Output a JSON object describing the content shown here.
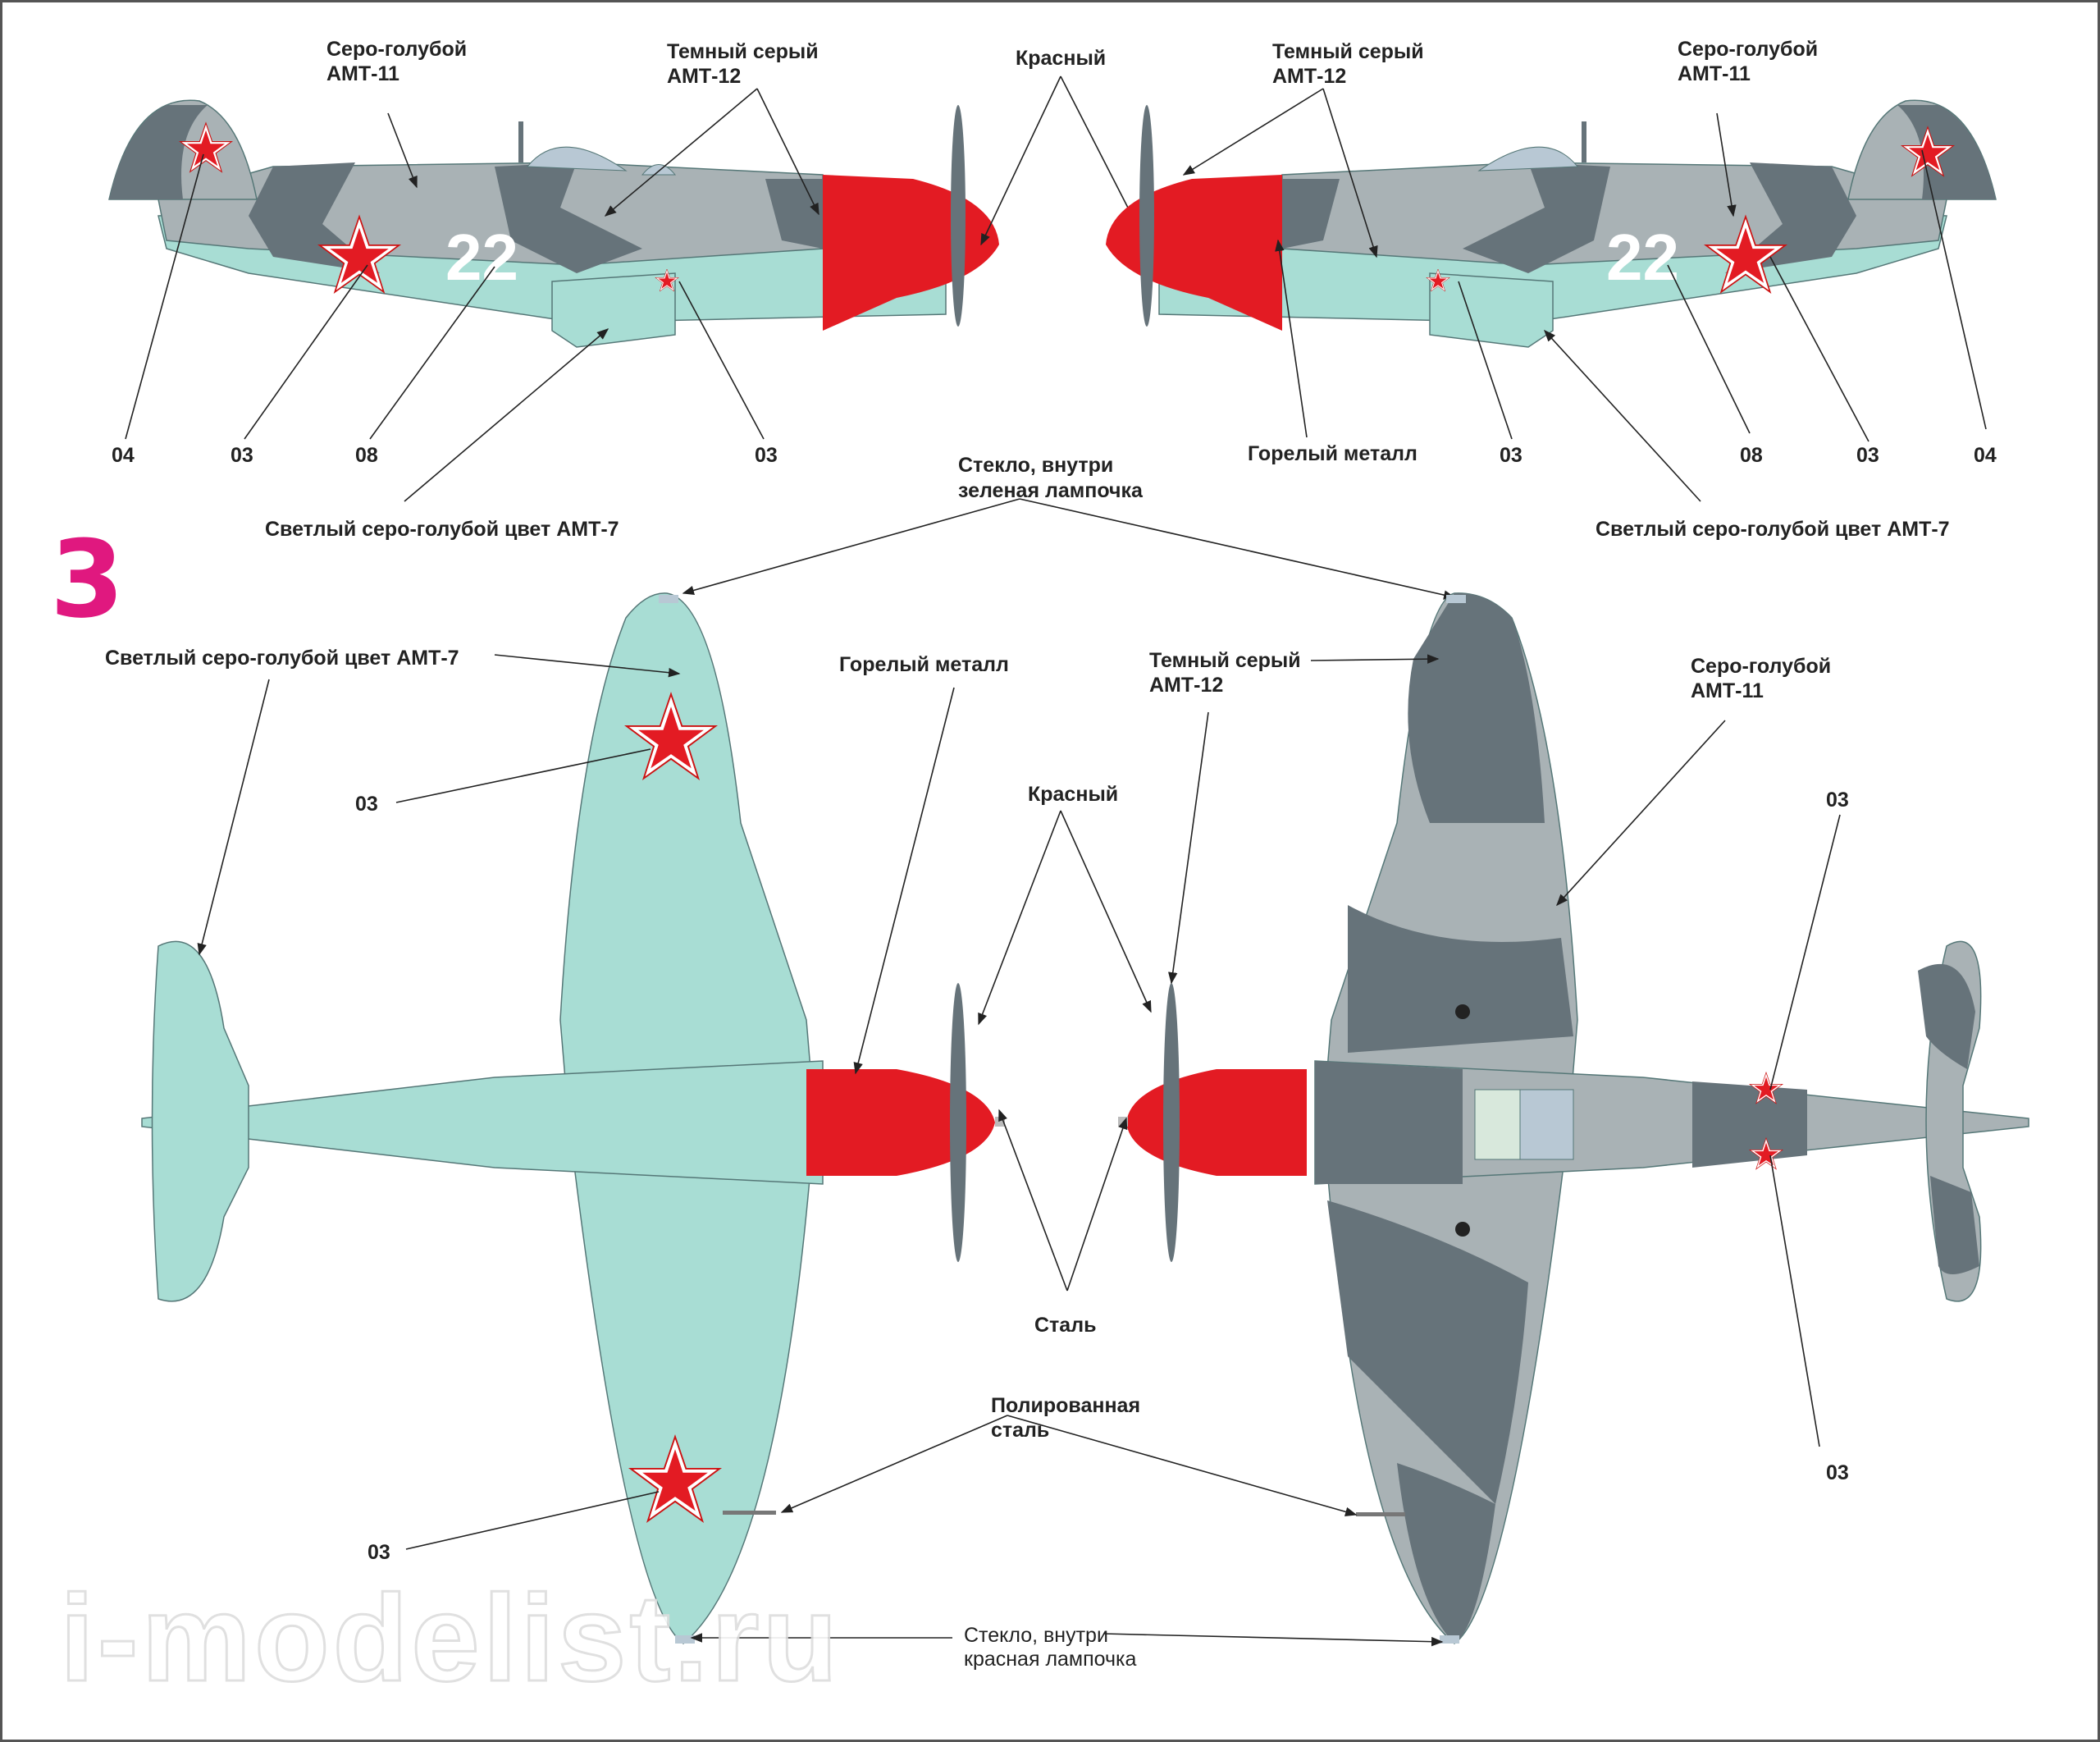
{
  "scheme_number": "3",
  "colors": {
    "amt7_light_grey_blue": "#a8ddd4",
    "amt11_grey_blue": "#a9b2b5",
    "amt12_dark_grey": "#66737a",
    "red": "#e31b23",
    "accent_number": "#e0187f",
    "glass": "#b8c8d4"
  },
  "side_left": {
    "labels": {
      "amt11": [
        "Серо-голубой",
        "АМТ-11"
      ],
      "amt12": [
        "Темный серый",
        "АМТ-12"
      ],
      "red": "Красный",
      "amt7": "Светлый серо-голубой цвет АМТ-7"
    },
    "callouts": [
      "04",
      "03",
      "08",
      "03"
    ],
    "tail_number": "22"
  },
  "side_right": {
    "labels": {
      "amt12": [
        "Темный серый",
        "АМТ-12"
      ],
      "amt11": [
        "Серо-голубой",
        "АМТ-11"
      ],
      "burnt_metal": "Горелый металл",
      "amt7": "Светлый серо-голубой цвет АМТ-7"
    },
    "callouts": [
      "03",
      "08",
      "03",
      "04"
    ],
    "tail_number": "22"
  },
  "center_top_label": [
    "Стекло, внутри",
    "зеленая лампочка"
  ],
  "bottom_view": {
    "amt7": "Светлый серо-голубой цвет АМТ-7",
    "burnt_metal": "Горелый металл",
    "callout_upper": "03",
    "callout_lower": "03"
  },
  "top_view": {
    "amt12": [
      "Темный серый",
      "АМТ-12"
    ],
    "amt11": [
      "Серо-голубой",
      "АМТ-11"
    ],
    "callout_upper": "03",
    "callout_lower": "03"
  },
  "center_labels": {
    "red": "Красный",
    "steel": "Сталь",
    "polished_steel": [
      "Полированная",
      "сталь"
    ],
    "red_light": [
      "Стекло, внутри",
      "красная лампочка"
    ]
  },
  "watermark": "i-modelist.ru"
}
